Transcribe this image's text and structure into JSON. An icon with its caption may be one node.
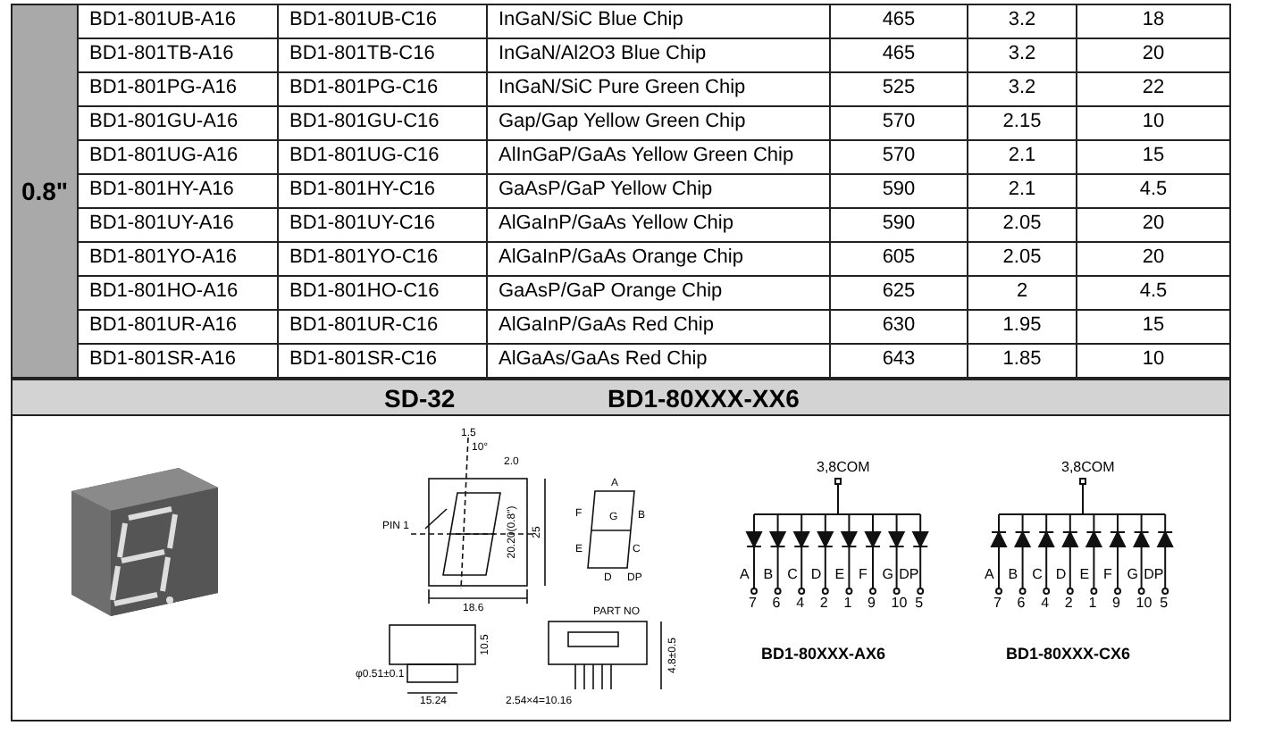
{
  "diagram": {
    "labels": [
      "0.8\"",
      "BD1-801UB-A16",
      "BD1-801UB-C16",
      "InGaN/SiC  Blue Chip",
      "465",
      "3.2",
      "18",
      "BD1-801TB-A16",
      "BD1-801TB-C16",
      "InGaN/Al2O3 Blue Chip",
      "465",
      "3.2",
      "20",
      "BD1-801PG-A16",
      "BD1-801PG-C16",
      "InGaN/SiC Pure Green Chip",
      "525",
      "3.2",
      "22",
      "BD1-801GU-A16",
      "BD1-801GU-C16",
      "Gap/Gap Yellow Green  Chip",
      "570",
      "2.15",
      "10",
      "BD1-801UG-A16",
      "BD1-801UG-C16",
      "AlInGaP/GaAs Yellow Green Chip",
      "570",
      "2.1",
      "15",
      "BD1-801HY-A16",
      "BD1-801HY-C16",
      "GaAsP/GaP Yellow  Chip",
      "590",
      "2.1",
      "4.5",
      "BD1-801UY-A16",
      "BD1-801UY-C16",
      "AlGaInP/GaAs Yellow  Chip",
      "590",
      "2.05",
      "20",
      "BD1-801YO-A16",
      "BD1-801YO-C16",
      "AlGaInP/GaAs Orange  Chip",
      "605",
      "2.05",
      "20",
      "BD1-801HO-A16",
      "BD1-801HO-C16",
      "GaAsP/GaP Orange  Chip",
      "625",
      "2",
      "4.5",
      "BD1-801UR-A16",
      "BD1-801UR-C16",
      "AlGaInP/GaAs Red  Chip",
      "630",
      "1.95",
      "15",
      "BD1-801SR-A16",
      "BD1-801SR-C16",
      "AlGaAs/GaAs Red Chip",
      "643",
      "1.85",
      "10",
      "SD-32",
      "BD1-80XXX-XX6",
      "1.5",
      "10°",
      "2.0",
      "PIN 1",
      "20.20(0.8\")",
      "25",
      "18.6",
      "A",
      "F",
      "G",
      "B",
      "E",
      "C",
      "D",
      "DP",
      "PART NO",
      "10.5",
      "4.8±0.5",
      "φ0.51±0.1",
      "15.24",
      "2.54×4=10.16",
      "3,8COM",
      "A",
      "B",
      "C",
      "D",
      "E",
      "F",
      "G",
      "DP",
      "7",
      "6",
      "4",
      "2",
      "1",
      "9",
      "10",
      "5",
      "BD1-80XXX-AX6",
      "3,8COM",
      "A",
      "B",
      "C",
      "D",
      "E",
      "F",
      "G",
      "DP",
      "7",
      "6",
      "4",
      "2",
      "1",
      "9",
      "10",
      "5",
      "BD1-80XXX-CX6"
    ]
  }
}
